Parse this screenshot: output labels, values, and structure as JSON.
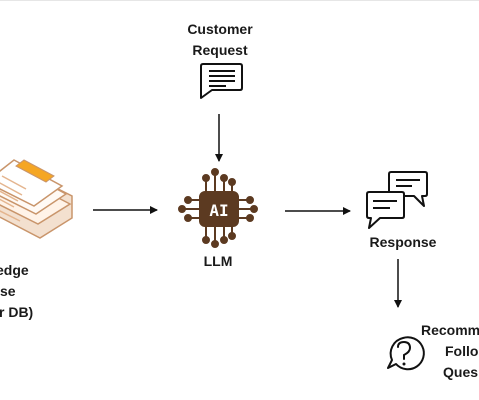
{
  "nodes": {
    "customer_request": {
      "lines": [
        "Customer",
        "Request"
      ],
      "icon": "chat-bubble-text-icon"
    },
    "knowledge_base": {
      "lines": [
        "edge",
        "se",
        "r DB)"
      ],
      "icon": "documents-stack-icon"
    },
    "llm": {
      "lines": [
        "LLM"
      ],
      "icon": "ai-chip-icon",
      "chip_text": "AI"
    },
    "response": {
      "lines": [
        "Response"
      ],
      "icon": "chat-bubbles-icon"
    },
    "recommended": {
      "lines": [
        "Recomm",
        "Follo",
        "Ques"
      ],
      "icon": "question-bubble-icon"
    }
  },
  "colors": {
    "chip": "#5c3a21",
    "accent": "#f5a623",
    "paper_stroke": "#c9956b",
    "line": "#111111"
  }
}
